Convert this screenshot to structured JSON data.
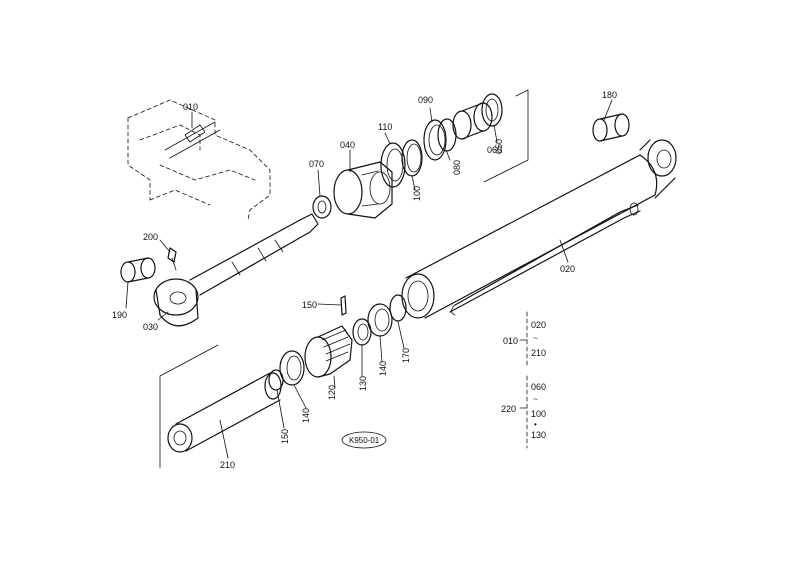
{
  "labels": {
    "p010": "010",
    "p020": "020",
    "p030": "030",
    "p040": "040",
    "p050": "050",
    "p060": "060",
    "p070": "070",
    "p080": "080",
    "p090": "090",
    "p100": "100",
    "p110": "110",
    "p120": "120",
    "p130": "130",
    "p140a": "140",
    "p140b": "140",
    "p150a": "150",
    "p150b": "150",
    "p170": "170",
    "p180": "180",
    "p190": "190",
    "p200": "200",
    "p210": "210"
  },
  "legend": {
    "g1_key": "010",
    "g1_top": "020",
    "g1_bottom": "210",
    "g2_key": "220",
    "g2_top": "060",
    "g2_mid": "100",
    "g2_bottom": "130"
  },
  "drawing_code": "K950-01"
}
